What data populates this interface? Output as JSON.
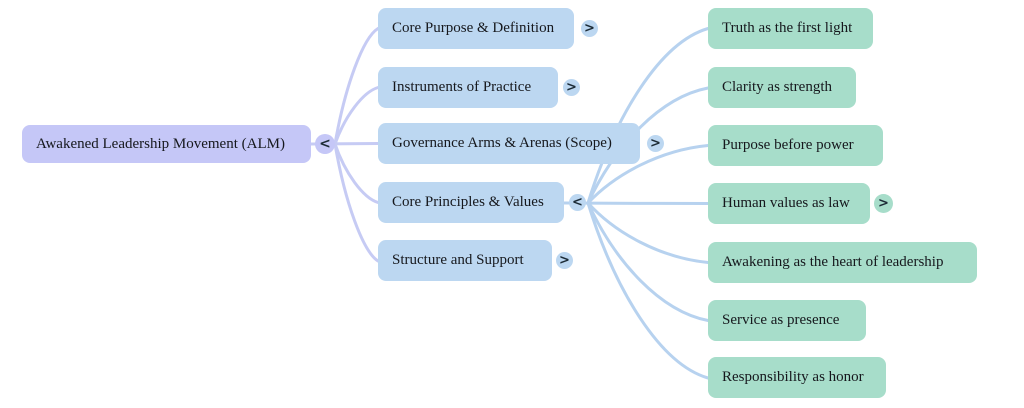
{
  "mindmap": {
    "root": {
      "label": "Awakened Leadership Movement (ALM)",
      "toggle": "<"
    },
    "branches": [
      {
        "label": "Core Purpose & Definition",
        "toggle": ">"
      },
      {
        "label": "Instruments of Practice",
        "toggle": ">"
      },
      {
        "label": "Governance Arms & Arenas (Scope)",
        "toggle": ">"
      },
      {
        "label": "Core Principles & Values",
        "toggle": "<"
      },
      {
        "label": "Structure and Support",
        "toggle": ">"
      }
    ],
    "leaves": [
      {
        "label": "Truth as the first light"
      },
      {
        "label": "Clarity as strength"
      },
      {
        "label": "Purpose before power"
      },
      {
        "label": "Human values as law",
        "toggle": ">"
      },
      {
        "label": "Awakening as the heart of leadership"
      },
      {
        "label": "Service as presence"
      },
      {
        "label": "Responsibility as honor"
      }
    ],
    "colors": {
      "root_fill": "#c5c7f7",
      "branch_fill": "#bcd7f1",
      "leaf_fill": "#a7ddca",
      "root_link": "#c6cbf4",
      "branch_link": "#b7d2ef",
      "text": "#16181d",
      "toggle_glyph": "#1c2b36"
    }
  }
}
